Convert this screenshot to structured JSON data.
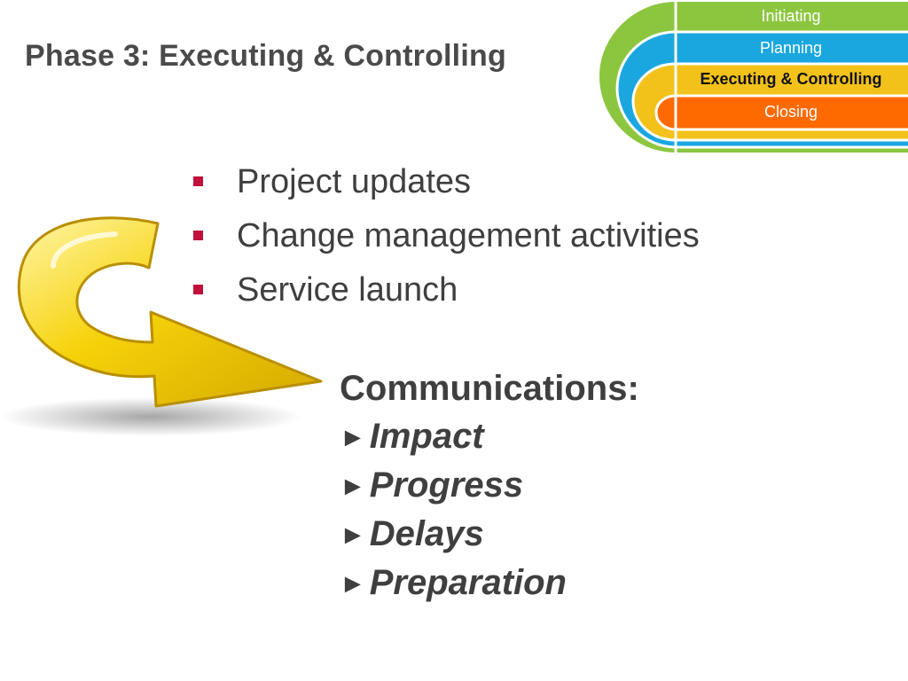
{
  "slide": {
    "title": "Phase 3: Executing & Controlling"
  },
  "phases": [
    {
      "label": "Initiating",
      "color": "#8cc63f",
      "active": false
    },
    {
      "label": "Planning",
      "color": "#1aa7e0",
      "active": false
    },
    {
      "label": "Executing & Controlling",
      "color": "#f2c21b",
      "active": true
    },
    {
      "label": "Closing",
      "color": "#ff6a00",
      "active": false
    }
  ],
  "bullets": [
    {
      "text": "Project updates"
    },
    {
      "text": "Change management activities"
    },
    {
      "text": "Service launch"
    }
  ],
  "bullet_color": "#c0103c",
  "communications": {
    "heading": "Communications:",
    "marker": "►",
    "items": [
      "Impact",
      "Progress",
      "Delays",
      "Preparation"
    ]
  },
  "icons": {
    "arrow": "yellow-curved-arrow-icon"
  }
}
